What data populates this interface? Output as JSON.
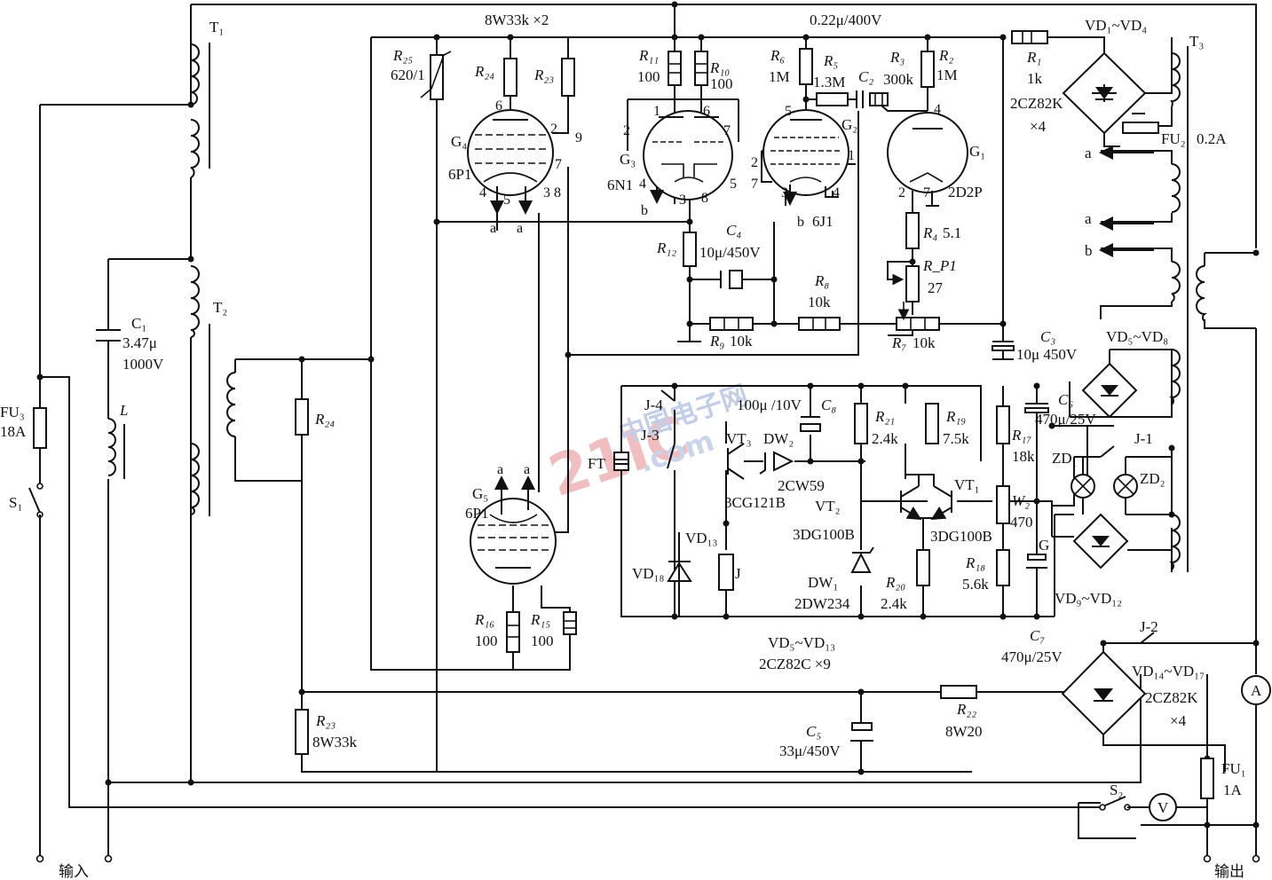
{
  "diagram": {
    "io": {
      "input": "输入",
      "output": "输出"
    },
    "transformers": {
      "t1": "T₁",
      "t2": "T₂",
      "t3": "T₃"
    },
    "tubes": {
      "g1": {
        "ref": "G₁",
        "type": "2D2P",
        "pins": [
          "4",
          "2",
          "7"
        ]
      },
      "g2": {
        "ref": "G₂",
        "type": "6J1",
        "pins": [
          "5",
          "2",
          "7",
          "3",
          "4",
          "1"
        ]
      },
      "g3": {
        "ref": "G₃",
        "type": "6N1",
        "pins": [
          "1",
          "6",
          "2",
          "7",
          "4",
          "3",
          "8",
          "5"
        ]
      },
      "g4": {
        "ref": "G₄",
        "type": "6P1",
        "pins": [
          "6",
          "2",
          "9",
          "7",
          "4",
          "5",
          "3 8"
        ]
      },
      "g5": {
        "ref": "G₅",
        "type": "6P1"
      }
    },
    "heater_taps": {
      "a": "a",
      "b": "b"
    },
    "components": {
      "r25": {
        "ref": "R₂₅",
        "val": "620/1"
      },
      "r24_top": {
        "ref": "R₂₄"
      },
      "r23_top": {
        "ref": "R₂₃"
      },
      "r23_pair_label": "8W33k ×2",
      "r11": {
        "ref": "R₁₁",
        "val": "100"
      },
      "r10": {
        "ref": "R₁₀",
        "val": "100"
      },
      "r6": {
        "ref": "R₆",
        "val": "1M"
      },
      "r5": {
        "ref": "R₅",
        "val": "1.3M"
      },
      "c2": {
        "ref": "C₂"
      },
      "c2_top_label": "0.22μ/400V",
      "r3": {
        "ref": "R₃",
        "val": "300k"
      },
      "r2": {
        "ref": "R₂",
        "val": "1M"
      },
      "r1": {
        "ref": "R₁",
        "val": "1k"
      },
      "vd1_4": {
        "ref": "VD₁~VD₄",
        "val": "2CZ82K",
        "qty": "×4"
      },
      "fu2": {
        "ref": "FU₂",
        "val": "0.2A"
      },
      "r12": {
        "ref": "R₁₂"
      },
      "c4": {
        "ref": "C₄",
        "val": "10μ/450V"
      },
      "r4": {
        "ref": "R₄",
        "val": "5.1"
      },
      "rp1": {
        "ref": "R_P1",
        "val": "27"
      },
      "r8": {
        "ref": "R₈",
        "val": "10k"
      },
      "r9": {
        "ref": "R₉",
        "val": "10k"
      },
      "r7": {
        "ref": "R₇",
        "val": "10k"
      },
      "c3": {
        "ref": "C₃",
        "val": "10μ 450V"
      },
      "vd5_8": {
        "ref": "VD₅~VD₈"
      },
      "c1": {
        "ref": "C₁",
        "val": "3.47μ",
        "val2": "1000V"
      },
      "l": {
        "ref": "L"
      },
      "fu3": {
        "ref": "FU₃",
        "val": "18A"
      },
      "s1": {
        "ref": "S₁"
      },
      "r24_mid": {
        "ref": "R₂₄"
      },
      "j4": {
        "ref": "J-4"
      },
      "j3": {
        "ref": "J-3"
      },
      "ft": {
        "ref": "FT"
      },
      "c8": {
        "ref": "C₈",
        "val": "100μ /10V"
      },
      "dw2": {
        "ref": "DW₂",
        "val": "2CW59"
      },
      "vt3": {
        "ref": "VT₃",
        "val": "3CG121B"
      },
      "r21": {
        "ref": "R₂₁",
        "val": "2.4k"
      },
      "r19": {
        "ref": "R₁₉",
        "val": "7.5k"
      },
      "c6": {
        "ref": "C₆",
        "val": "470μ/25V"
      },
      "r17": {
        "ref": "R₁₇",
        "val": "18k"
      },
      "vt1": {
        "ref": "VT₁",
        "val": "3DG100B"
      },
      "vt2": {
        "ref": "VT₂",
        "val": "3DG100B"
      },
      "w2": {
        "ref": "W₂",
        "val": "470"
      },
      "g_cap": {
        "ref": "G"
      },
      "vd13": {
        "ref": "VD₁₃"
      },
      "vd18": {
        "ref": "VD₁₈"
      },
      "j": {
        "ref": "J"
      },
      "dw1": {
        "ref": "DW₁",
        "val": "2DW234"
      },
      "r20": {
        "ref": "R₂₀",
        "val": "2.4k"
      },
      "r18": {
        "ref": "R₁₈",
        "val": "5.6k"
      },
      "j1": {
        "ref": "J-1"
      },
      "zd1": {
        "ref": "ZD₁"
      },
      "zd2": {
        "ref": "ZD₂"
      },
      "vd9_12": {
        "ref": "VD₉~VD₁₂"
      },
      "r16": {
        "ref": "R₁₆",
        "val": "100"
      },
      "r15": {
        "ref": "R₁₅",
        "val": "100"
      },
      "vd5_13": {
        "ref": "VD₅~VD₁₃",
        "val": "2CZ82C ×9"
      },
      "c7": {
        "ref": "C₇",
        "val": "470μ/25V"
      },
      "j2": {
        "ref": "J-2"
      },
      "vd14_17": {
        "ref": "VD₁₄~VD₁₇",
        "val": "2CZ82K",
        "qty": "×4"
      },
      "r23_bot": {
        "ref": "R₂₃",
        "val": "8W33k"
      },
      "r22": {
        "ref": "R₂₂",
        "val": "8W20"
      },
      "c5": {
        "ref": "C₅",
        "val": "33μ/450V"
      },
      "fu1": {
        "ref": "FU₁",
        "val": "1A"
      },
      "s2": {
        "ref": "S₂"
      },
      "ammeter": {
        "sym": "A"
      },
      "voltmeter": {
        "sym": "V"
      }
    },
    "watermark": {
      "main": "21IC",
      "cn": "中国电子网",
      "dom": ".com"
    }
  }
}
